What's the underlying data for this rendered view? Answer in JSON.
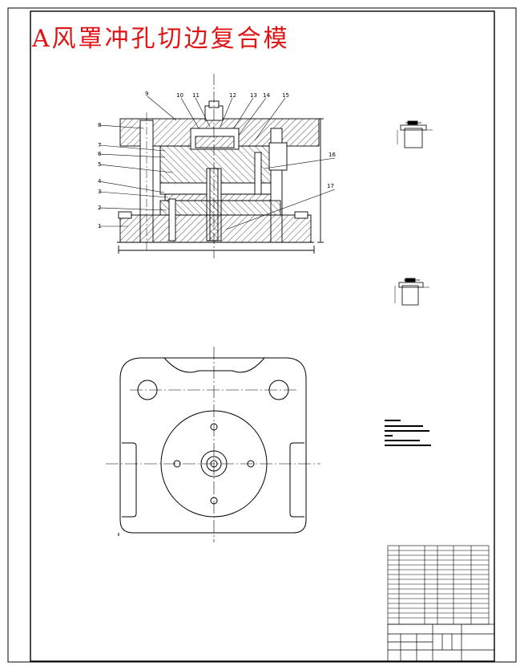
{
  "title": "A风罩冲孔切边复合模",
  "callouts": [
    "1",
    "2",
    "3",
    "4",
    "5",
    "6",
    "7",
    "8",
    "9",
    "10",
    "11",
    "12",
    "13",
    "14",
    "15",
    "16",
    "17"
  ],
  "colors": {
    "title": "#e01414",
    "line": "#000000",
    "center_line": "#000000"
  }
}
